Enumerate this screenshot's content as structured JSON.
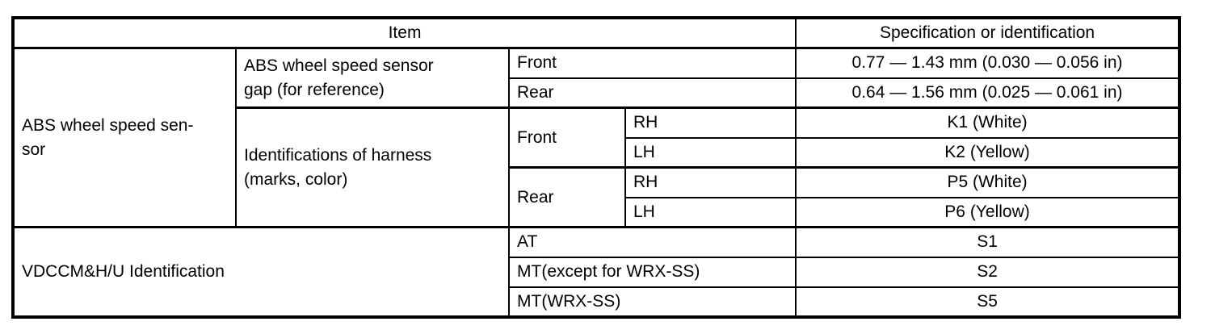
{
  "header": {
    "item": "Item",
    "spec": "Specification or identification"
  },
  "abs_section": {
    "label": "ABS wheel speed sen-\nsor",
    "gap": {
      "label": "ABS wheel speed sensor\ngap (for reference)",
      "rows": [
        {
          "position": "Front",
          "value": "0.77 — 1.43 mm (0.030 — 0.056 in)"
        },
        {
          "position": "Rear",
          "value": "0.64 — 1.56 mm (0.025 — 0.061 in)"
        }
      ]
    },
    "harness": {
      "label": "Identifications of harness\n(marks, color)",
      "groups": [
        {
          "position": "Front",
          "rows": [
            {
              "side": "RH",
              "value": "K1 (White)"
            },
            {
              "side": "LH",
              "value": "K2 (Yellow)"
            }
          ]
        },
        {
          "position": "Rear",
          "rows": [
            {
              "side": "RH",
              "value": "P5 (White)"
            },
            {
              "side": "LH",
              "value": "P6 (Yellow)"
            }
          ]
        }
      ]
    }
  },
  "vdccm_section": {
    "label": "VDCCM&H/U Identification",
    "rows": [
      {
        "variant": "AT",
        "value": "S1"
      },
      {
        "variant": "MT(except for WRX-SS)",
        "value": "S2"
      },
      {
        "variant": "MT(WRX-SS)",
        "value": "S5"
      }
    ]
  }
}
